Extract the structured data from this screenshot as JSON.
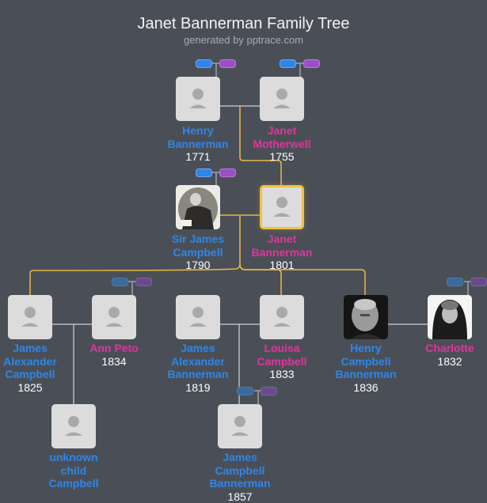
{
  "header": {
    "title": "Janet Bannerman Family Tree",
    "subtitle": "generated by pptrace.com"
  },
  "colors": {
    "background": "#4a4f57",
    "male": "#2f86e8",
    "female": "#e0359a",
    "lineage": "#e6b845",
    "connector": "#b8bcc2",
    "parents_male": "#2f86e8",
    "parents_female": "#9a4fc2"
  },
  "people": {
    "henry_bannerman": {
      "name": "Henry Bannerman",
      "line1": "Henry",
      "line2": "Bannerman",
      "year": "1771",
      "gender": "male",
      "photo": "placeholder"
    },
    "janet_motherwell": {
      "name": "Janet Motherwell",
      "line1": "Janet",
      "line2": "Motherwell",
      "year": "1755",
      "gender": "female",
      "photo": "placeholder"
    },
    "sir_james_campbell": {
      "name": "Sir James Campbell",
      "line1": "Sir James",
      "line2": "Campbell",
      "year": "1790",
      "gender": "male",
      "photo": "portrait"
    },
    "janet_bannerman": {
      "name": "Janet Bannerman",
      "line1": "Janet",
      "line2": "Bannerman",
      "year": "1801",
      "gender": "female",
      "photo": "placeholder",
      "selected": true
    },
    "james_alexander_campbell": {
      "name": "James Alexander Campbell",
      "line1": "James",
      "line2": "Alexander",
      "line3": "Campbell",
      "year": "1825",
      "gender": "male",
      "photo": "placeholder"
    },
    "ann_peto": {
      "name": "Ann Peto",
      "line1": "Ann Peto",
      "year": "1834",
      "gender": "female",
      "photo": "placeholder"
    },
    "james_alexander_bannerman": {
      "name": "James Alexander Bannerman",
      "line1": "James",
      "line2": "Alexander",
      "line3": "Bannerman",
      "year": "1819",
      "gender": "male",
      "photo": "placeholder"
    },
    "louisa_campbell": {
      "name": "Louisa Campbell",
      "line1": "Louisa",
      "line2": "Campbell",
      "year": "1833",
      "gender": "female",
      "photo": "placeholder"
    },
    "henry_campbell_bannerman": {
      "name": "Henry Campbell Bannerman",
      "line1": "Henry",
      "line2": "Campbell",
      "line3": "Bannerman",
      "year": "1836",
      "gender": "male",
      "photo": "portrait"
    },
    "charlotte": {
      "name": "Charlotte",
      "line1": "Charlotte",
      "year": "1832",
      "gender": "female",
      "photo": "portrait"
    },
    "unknown_child_campbell": {
      "name": "unknown child Campbell",
      "line1": "unknown",
      "line2": "child",
      "line3": "Campbell",
      "year": "",
      "gender": "male",
      "photo": "placeholder"
    },
    "james_campbell_bannerman": {
      "name": "James Campbell Bannerman",
      "line1": "James",
      "line2": "Campbell",
      "line3": "Bannerman",
      "year": "1857",
      "gender": "male",
      "photo": "placeholder"
    }
  },
  "parent_toggles": [
    {
      "for": "henry_bannerman",
      "male_label": "father",
      "female_label": "mother"
    },
    {
      "for": "janet_motherwell",
      "male_label": "father",
      "female_label": "mother"
    },
    {
      "for": "sir_james_campbell",
      "male_label": "father",
      "female_label": "mother"
    },
    {
      "for": "ann_peto",
      "male_label": "father",
      "female_label": "mother"
    },
    {
      "for": "louisa_campbell",
      "male_label": "father",
      "female_label": "mother"
    },
    {
      "for": "charlotte",
      "male_label": "father",
      "female_label": "mother"
    }
  ]
}
